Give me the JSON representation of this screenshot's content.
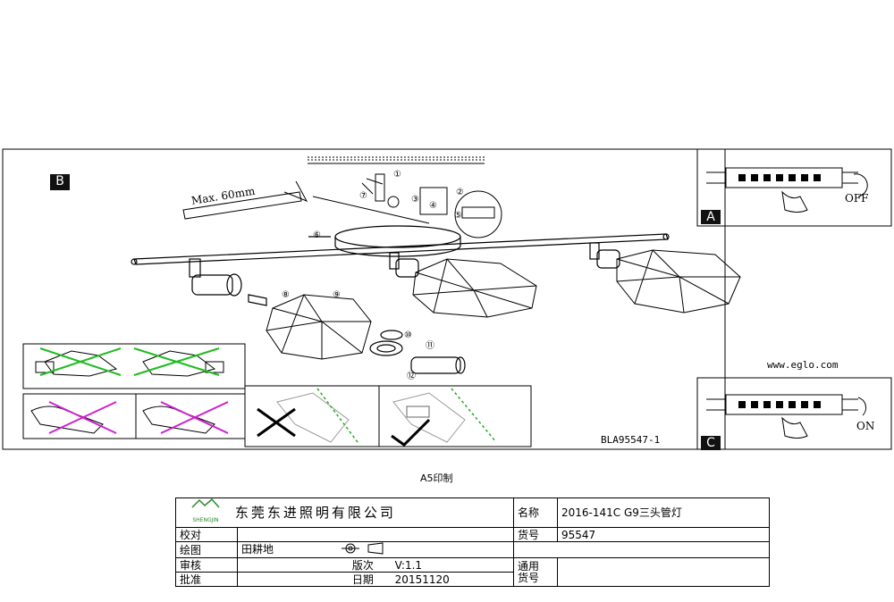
{
  "drawing": {
    "panel_main_label": "B",
    "panel_a_label": "A",
    "panel_c_label": "C",
    "max_label": "Max. 60mm",
    "off_label": "OFF",
    "on_label": "ON",
    "website": "www.eglo.com",
    "drawing_code": "BLA95547-1",
    "step_numbers": [
      "①",
      "②",
      "③",
      "④",
      "⑤",
      "⑥",
      "⑦",
      "⑧",
      "⑨",
      "⑩",
      "⑪",
      "⑫"
    ]
  },
  "print_note": "A5印制",
  "title_block": {
    "logo_text": "SHENGJIN",
    "company": "东莞东进照明有限公司",
    "name_label": "名称",
    "name_value": "2016-141C G9三头管灯",
    "item_no_label": "货号",
    "item_no_value": "95547",
    "proofread_label": "校对",
    "drafter_label": "绘图",
    "drafter_value": "田耕地",
    "review_label": "审核",
    "approve_label": "批准",
    "version_label": "版次",
    "version_value": "V:1.1",
    "date_label": "日期",
    "date_value": "20151120",
    "general_label": "通用",
    "general_label2": "货号"
  }
}
